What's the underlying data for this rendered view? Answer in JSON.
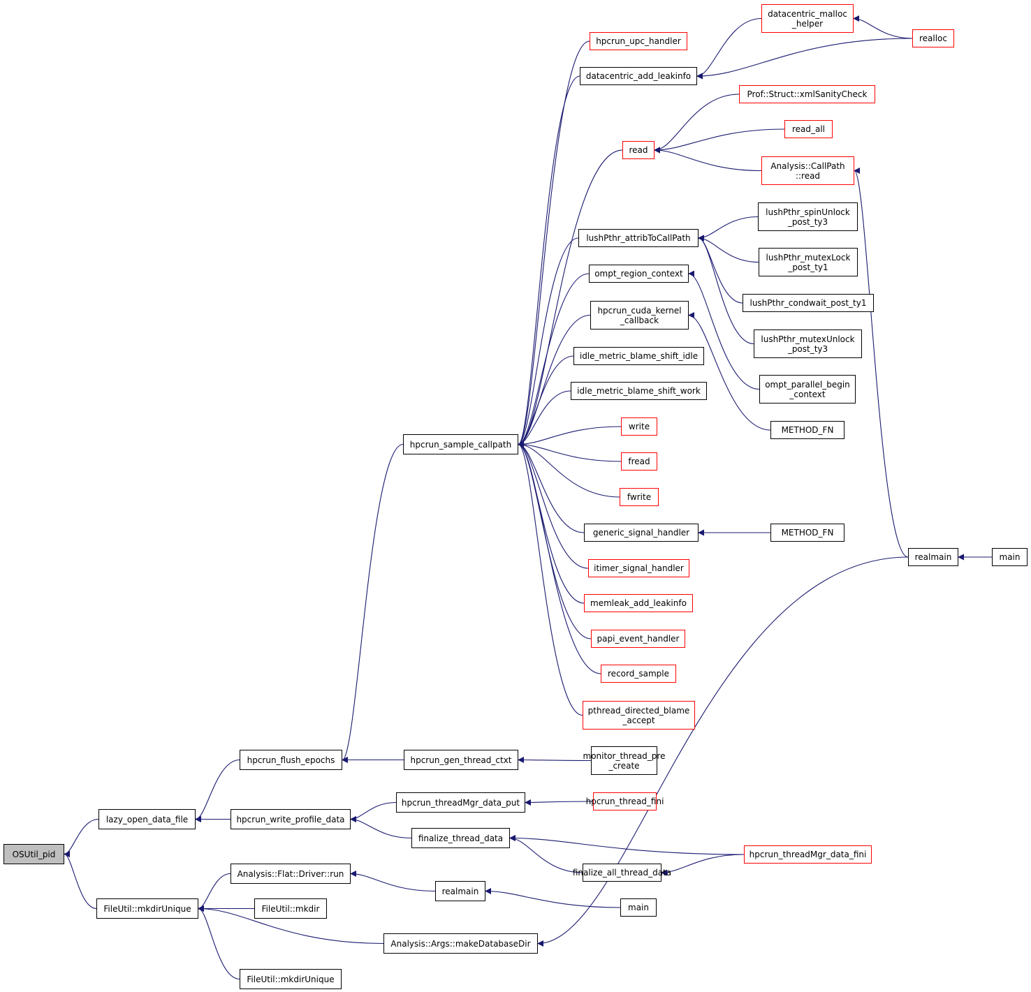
{
  "graph": {
    "title": "OSUtil_pid caller graph",
    "edge_color": "#191970",
    "border_normal": "#000000",
    "border_truncated": "#ff0000",
    "root_fill": "#bfbfbf",
    "nodes": [
      {
        "id": "OSUtil_pid",
        "label": "OSUtil_pid",
        "kind": "root"
      },
      {
        "id": "lazy_open_data_file",
        "label": "lazy_open_data_file",
        "kind": "normal"
      },
      {
        "id": "FileUtil_mkdirUnique_a",
        "label": "FileUtil::mkdirUnique",
        "kind": "normal"
      },
      {
        "id": "hpcrun_flush_epochs",
        "label": "hpcrun_flush_epochs",
        "kind": "normal"
      },
      {
        "id": "hpcrun_write_profile_data",
        "label": "hpcrun_write_profile_data",
        "kind": "normal"
      },
      {
        "id": "Analysis_Flat_Driver_run",
        "label": "Analysis::Flat::Driver::run",
        "kind": "normal"
      },
      {
        "id": "FileUtil_mkdir",
        "label": "FileUtil::mkdir",
        "kind": "normal"
      },
      {
        "id": "FileUtil_mkdirUnique_b",
        "label": "FileUtil::mkdirUnique",
        "kind": "normal"
      },
      {
        "id": "hpcrun_sample_callpath",
        "label": "hpcrun_sample_callpath",
        "kind": "normal"
      },
      {
        "id": "hpcrun_gen_thread_ctxt",
        "label": "hpcrun_gen_thread_ctxt",
        "kind": "normal"
      },
      {
        "id": "hpcrun_threadMgr_data_put",
        "label": "hpcrun_threadMgr_data_put",
        "kind": "normal"
      },
      {
        "id": "finalize_thread_data",
        "label": "finalize_thread_data",
        "kind": "normal"
      },
      {
        "id": "realmain_a",
        "label": "realmain",
        "kind": "normal"
      },
      {
        "id": "Analysis_Args_makeDatabaseDir",
        "label": "Analysis::Args::makeDatabaseDir",
        "kind": "normal"
      },
      {
        "id": "hpcrun_upc_handler",
        "label": "hpcrun_upc_handler",
        "kind": "truncated"
      },
      {
        "id": "datacentric_add_leakinfo",
        "label": "datacentric_add_leakinfo",
        "kind": "normal"
      },
      {
        "id": "read",
        "label": "read",
        "kind": "truncated"
      },
      {
        "id": "lushPthr_attribToCallPath",
        "label": "lushPthr_attribToCallPath",
        "kind": "normal"
      },
      {
        "id": "ompt_region_context",
        "label": "ompt_region_context",
        "kind": "normal"
      },
      {
        "id": "hpcrun_cuda_kernel_callback",
        "label": "hpcrun_cuda_kernel\n_callback",
        "kind": "normal"
      },
      {
        "id": "idle_metric_blame_shift_idle",
        "label": "idle_metric_blame_shift_idle",
        "kind": "normal"
      },
      {
        "id": "idle_metric_blame_shift_work",
        "label": "idle_metric_blame_shift_work",
        "kind": "normal"
      },
      {
        "id": "write",
        "label": "write",
        "kind": "truncated"
      },
      {
        "id": "fread",
        "label": "fread",
        "kind": "truncated"
      },
      {
        "id": "fwrite",
        "label": "fwrite",
        "kind": "truncated"
      },
      {
        "id": "generic_signal_handler",
        "label": "generic_signal_handler",
        "kind": "normal"
      },
      {
        "id": "itimer_signal_handler",
        "label": "itimer_signal_handler",
        "kind": "truncated"
      },
      {
        "id": "memleak_add_leakinfo",
        "label": "memleak_add_leakinfo",
        "kind": "truncated"
      },
      {
        "id": "papi_event_handler",
        "label": "papi_event_handler",
        "kind": "truncated"
      },
      {
        "id": "record_sample",
        "label": "record_sample",
        "kind": "truncated"
      },
      {
        "id": "pthread_directed_blame_accept",
        "label": "pthread_directed_blame\n_accept",
        "kind": "truncated"
      },
      {
        "id": "monitor_thread_pre_create",
        "label": "monitor_thread_pre\n_create",
        "kind": "normal"
      },
      {
        "id": "hpcrun_thread_fini",
        "label": "hpcrun_thread_fini",
        "kind": "truncated"
      },
      {
        "id": "finalize_all_thread_data",
        "label": "finalize_all_thread_data",
        "kind": "normal"
      },
      {
        "id": "main_a",
        "label": "main",
        "kind": "normal"
      },
      {
        "id": "hpcrun_threadMgr_data_fini",
        "label": "hpcrun_threadMgr_data_fini",
        "kind": "truncated"
      },
      {
        "id": "datacentric_malloc_helper",
        "label": "datacentric_malloc\n_helper",
        "kind": "truncated"
      },
      {
        "id": "realloc",
        "label": "realloc",
        "kind": "truncated"
      },
      {
        "id": "Prof_Struct_xmlSanityCheck",
        "label": "Prof::Struct::xmlSanityCheck",
        "kind": "truncated"
      },
      {
        "id": "read_all",
        "label": "read_all",
        "kind": "truncated"
      },
      {
        "id": "Analysis_CallPath_read",
        "label": "Analysis::CallPath\n::read",
        "kind": "truncated"
      },
      {
        "id": "lushPthr_spinUnlock_post_ty3",
        "label": "lushPthr_spinUnlock\n_post_ty3",
        "kind": "normal"
      },
      {
        "id": "lushPthr_mutexLock_post_ty1",
        "label": "lushPthr_mutexLock\n_post_ty1",
        "kind": "normal"
      },
      {
        "id": "lushPthr_condwait_post_ty1",
        "label": "lushPthr_condwait_post_ty1",
        "kind": "normal"
      },
      {
        "id": "lushPthr_mutexUnlock_post_ty3",
        "label": "lushPthr_mutexUnlock\n_post_ty3",
        "kind": "normal"
      },
      {
        "id": "ompt_parallel_begin_context",
        "label": "ompt_parallel_begin\n_context",
        "kind": "normal"
      },
      {
        "id": "METHOD_FN_a",
        "label": "METHOD_FN",
        "kind": "normal"
      },
      {
        "id": "METHOD_FN_b",
        "label": "METHOD_FN",
        "kind": "normal"
      },
      {
        "id": "realmain_b",
        "label": "realmain",
        "kind": "normal"
      },
      {
        "id": "main_b",
        "label": "main",
        "kind": "normal"
      }
    ],
    "edges": [
      {
        "from": "lazy_open_data_file",
        "to": "OSUtil_pid"
      },
      {
        "from": "FileUtil_mkdirUnique_a",
        "to": "OSUtil_pid"
      },
      {
        "from": "hpcrun_flush_epochs",
        "to": "lazy_open_data_file"
      },
      {
        "from": "hpcrun_write_profile_data",
        "to": "lazy_open_data_file"
      },
      {
        "from": "Analysis_Flat_Driver_run",
        "to": "FileUtil_mkdirUnique_a"
      },
      {
        "from": "FileUtil_mkdir",
        "to": "FileUtil_mkdirUnique_a"
      },
      {
        "from": "Analysis_Args_makeDatabaseDir",
        "to": "FileUtil_mkdirUnique_a"
      },
      {
        "from": "FileUtil_mkdirUnique_b",
        "to": "FileUtil_mkdirUnique_a"
      },
      {
        "from": "hpcrun_sample_callpath",
        "to": "hpcrun_flush_epochs"
      },
      {
        "from": "hpcrun_gen_thread_ctxt",
        "to": "hpcrun_flush_epochs"
      },
      {
        "from": "hpcrun_threadMgr_data_put",
        "to": "hpcrun_write_profile_data"
      },
      {
        "from": "finalize_thread_data",
        "to": "hpcrun_write_profile_data"
      },
      {
        "from": "realmain_a",
        "to": "Analysis_Flat_Driver_run"
      },
      {
        "from": "main_a",
        "to": "realmain_a"
      },
      {
        "from": "realmain_b",
        "to": "Analysis_Args_makeDatabaseDir"
      },
      {
        "from": "monitor_thread_pre_create",
        "to": "hpcrun_gen_thread_ctxt"
      },
      {
        "from": "hpcrun_thread_fini",
        "to": "hpcrun_threadMgr_data_put"
      },
      {
        "from": "hpcrun_threadMgr_data_fini",
        "to": "finalize_thread_data"
      },
      {
        "from": "finalize_all_thread_data",
        "to": "finalize_thread_data"
      },
      {
        "from": "hpcrun_threadMgr_data_fini",
        "to": "finalize_all_thread_data"
      },
      {
        "from": "hpcrun_upc_handler",
        "to": "hpcrun_sample_callpath"
      },
      {
        "from": "datacentric_add_leakinfo",
        "to": "hpcrun_sample_callpath"
      },
      {
        "from": "read",
        "to": "hpcrun_sample_callpath"
      },
      {
        "from": "lushPthr_attribToCallPath",
        "to": "hpcrun_sample_callpath"
      },
      {
        "from": "ompt_region_context",
        "to": "hpcrun_sample_callpath"
      },
      {
        "from": "hpcrun_cuda_kernel_callback",
        "to": "hpcrun_sample_callpath"
      },
      {
        "from": "idle_metric_blame_shift_idle",
        "to": "hpcrun_sample_callpath"
      },
      {
        "from": "idle_metric_blame_shift_work",
        "to": "hpcrun_sample_callpath"
      },
      {
        "from": "write",
        "to": "hpcrun_sample_callpath"
      },
      {
        "from": "fread",
        "to": "hpcrun_sample_callpath"
      },
      {
        "from": "fwrite",
        "to": "hpcrun_sample_callpath"
      },
      {
        "from": "generic_signal_handler",
        "to": "hpcrun_sample_callpath"
      },
      {
        "from": "itimer_signal_handler",
        "to": "hpcrun_sample_callpath"
      },
      {
        "from": "memleak_add_leakinfo",
        "to": "hpcrun_sample_callpath"
      },
      {
        "from": "papi_event_handler",
        "to": "hpcrun_sample_callpath"
      },
      {
        "from": "record_sample",
        "to": "hpcrun_sample_callpath"
      },
      {
        "from": "pthread_directed_blame_accept",
        "to": "hpcrun_sample_callpath"
      },
      {
        "from": "datacentric_malloc_helper",
        "to": "datacentric_add_leakinfo"
      },
      {
        "from": "realloc",
        "to": "datacentric_add_leakinfo"
      },
      {
        "from": "realloc",
        "to": "datacentric_malloc_helper"
      },
      {
        "from": "Prof_Struct_xmlSanityCheck",
        "to": "read"
      },
      {
        "from": "read_all",
        "to": "read"
      },
      {
        "from": "Analysis_CallPath_read",
        "to": "read"
      },
      {
        "from": "realmain_b",
        "to": "Analysis_CallPath_read"
      },
      {
        "from": "main_b",
        "to": "realmain_b"
      },
      {
        "from": "lushPthr_spinUnlock_post_ty3",
        "to": "lushPthr_attribToCallPath"
      },
      {
        "from": "lushPthr_mutexLock_post_ty1",
        "to": "lushPthr_attribToCallPath"
      },
      {
        "from": "lushPthr_condwait_post_ty1",
        "to": "lushPthr_attribToCallPath"
      },
      {
        "from": "lushPthr_mutexUnlock_post_ty3",
        "to": "lushPthr_attribToCallPath"
      },
      {
        "from": "ompt_parallel_begin_context",
        "to": "ompt_region_context"
      },
      {
        "from": "METHOD_FN_a",
        "to": "hpcrun_cuda_kernel_callback"
      },
      {
        "from": "METHOD_FN_b",
        "to": "generic_signal_handler"
      }
    ]
  }
}
